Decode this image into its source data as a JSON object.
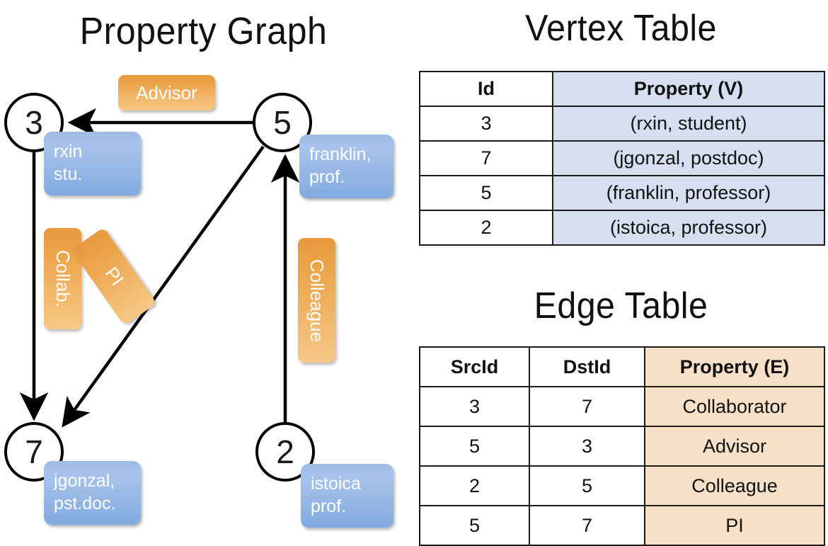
{
  "titles": {
    "property_graph": "Property Graph",
    "vertex_table": "Vertex Table",
    "edge_table": "Edge Table"
  },
  "graph": {
    "vertices": [
      {
        "id": "3",
        "name": "rxin",
        "role": "stu.",
        "label_line1": "rxin",
        "label_line2": "stu."
      },
      {
        "id": "5",
        "name": "franklin",
        "role": "prof.",
        "label_line1": "franklin,",
        "label_line2": "prof."
      },
      {
        "id": "7",
        "name": "jgonzal",
        "role": "pst.doc.",
        "label_line1": "jgonzal,",
        "label_line2": "pst.doc."
      },
      {
        "id": "2",
        "name": "istoica",
        "role": "prof.",
        "label_line1": "istoica",
        "label_line2": "prof."
      }
    ],
    "edge_labels": [
      {
        "key": "advisor",
        "text": "Advisor",
        "src": "5",
        "dst": "3"
      },
      {
        "key": "collab",
        "text": "Collab.",
        "src": "3",
        "dst": "7"
      },
      {
        "key": "pi",
        "text": "PI",
        "src": "5",
        "dst": "7"
      },
      {
        "key": "colleague",
        "text": "Colleague",
        "src": "2",
        "dst": "5"
      }
    ]
  },
  "vertex_table": {
    "headers": [
      "Id",
      "Property (V)"
    ],
    "rows": [
      {
        "id": "3",
        "property": "(rxin, student)"
      },
      {
        "id": "7",
        "property": "(jgonzal, postdoc)"
      },
      {
        "id": "5",
        "property": "(franklin, professor)"
      },
      {
        "id": "2",
        "property": "(istoica, professor)"
      }
    ]
  },
  "edge_table": {
    "headers": [
      "SrcId",
      "DstId",
      "Property (E)"
    ],
    "rows": [
      {
        "src": "3",
        "dst": "7",
        "property": "Collaborator"
      },
      {
        "src": "5",
        "dst": "3",
        "property": "Advisor"
      },
      {
        "src": "2",
        "dst": "5",
        "property": "Colleague"
      },
      {
        "src": "5",
        "dst": "7",
        "property": "PI"
      }
    ]
  },
  "colors": {
    "vertex_property_fill": "#d5dff0",
    "edge_property_fill": "#f7e0c8",
    "node_box_blue": "#9dbbe6",
    "edge_label_orange": "#eca54c",
    "stroke": "#000000"
  }
}
